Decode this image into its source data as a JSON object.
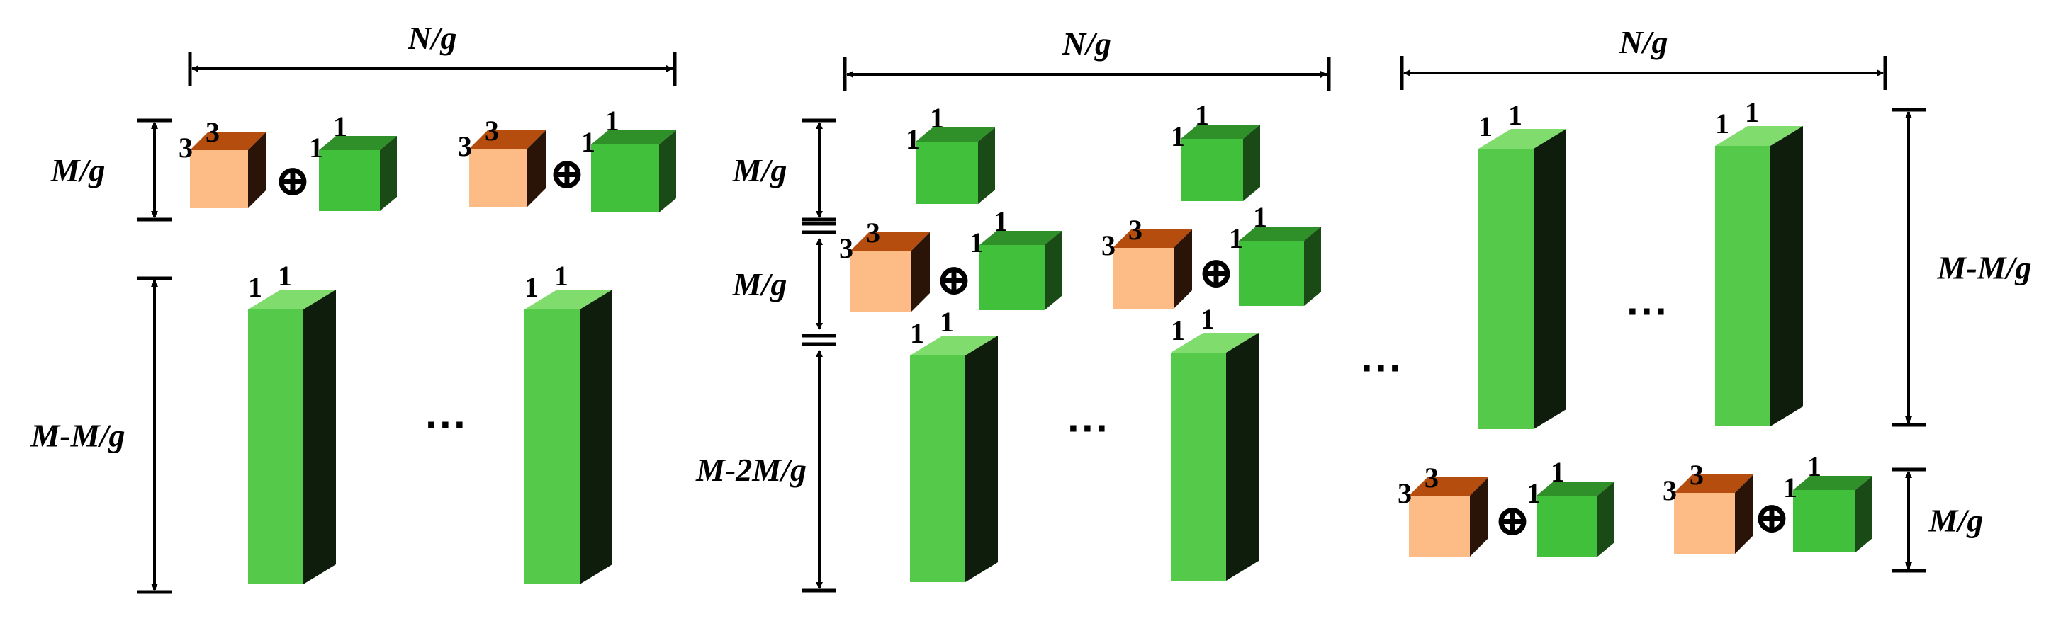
{
  "labels": {
    "n_over_g": "N/g",
    "m_over_g": "M/g",
    "m_minus_m_over_g": "M-M/g",
    "m_minus_2m_over_g": "M-2M/g",
    "xor": "⊕",
    "dots": "···"
  },
  "dims": {
    "orange": [
      "3",
      "3",
      "3"
    ],
    "green": [
      "1",
      "1",
      "1"
    ]
  },
  "colors": {
    "orange_front": "#fdbb85",
    "orange_top": "#b44d0e",
    "orange_side": "#2a1408",
    "green_front": "#41c13b",
    "green_top_cube": "#2f8f28",
    "green_side_cube": "#1a4a16",
    "bar_front": "#54c94a",
    "bar_top": "#7fdc6d",
    "bar_side": "#0e1d0c"
  }
}
